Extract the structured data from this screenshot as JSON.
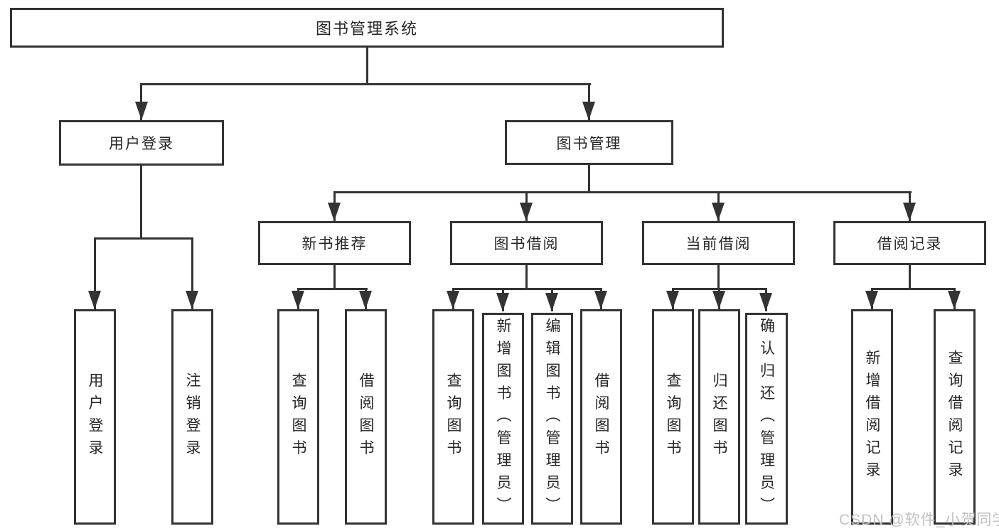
{
  "diagram": {
    "root": {
      "label": "图书管理系统"
    },
    "branches": [
      {
        "label": "用户登录",
        "children": [
          "用户登录",
          "注销登录"
        ]
      },
      {
        "label": "图书管理",
        "children": [
          {
            "label": "新书推荐",
            "children": [
              "查询图书",
              "借阅图书"
            ]
          },
          {
            "label": "图书借阅",
            "children": [
              "查询图书",
              "新增图书（管理员）",
              "编辑图书（管理员）",
              "借阅图书"
            ]
          },
          {
            "label": "当前借阅",
            "children": [
              "查询图书",
              "归还图书",
              "确认归还（管理员）"
            ]
          },
          {
            "label": "借阅记录",
            "children": [
              "新增借阅记录",
              "查询借阅记录"
            ]
          }
        ]
      }
    ],
    "colors": {
      "line": "#333333",
      "box_border": "#333333",
      "text": "#262626",
      "background": "#ffffff"
    }
  },
  "watermark": {
    "text": "CSDN @软件_小贺同学",
    "color": "#bebebe"
  }
}
